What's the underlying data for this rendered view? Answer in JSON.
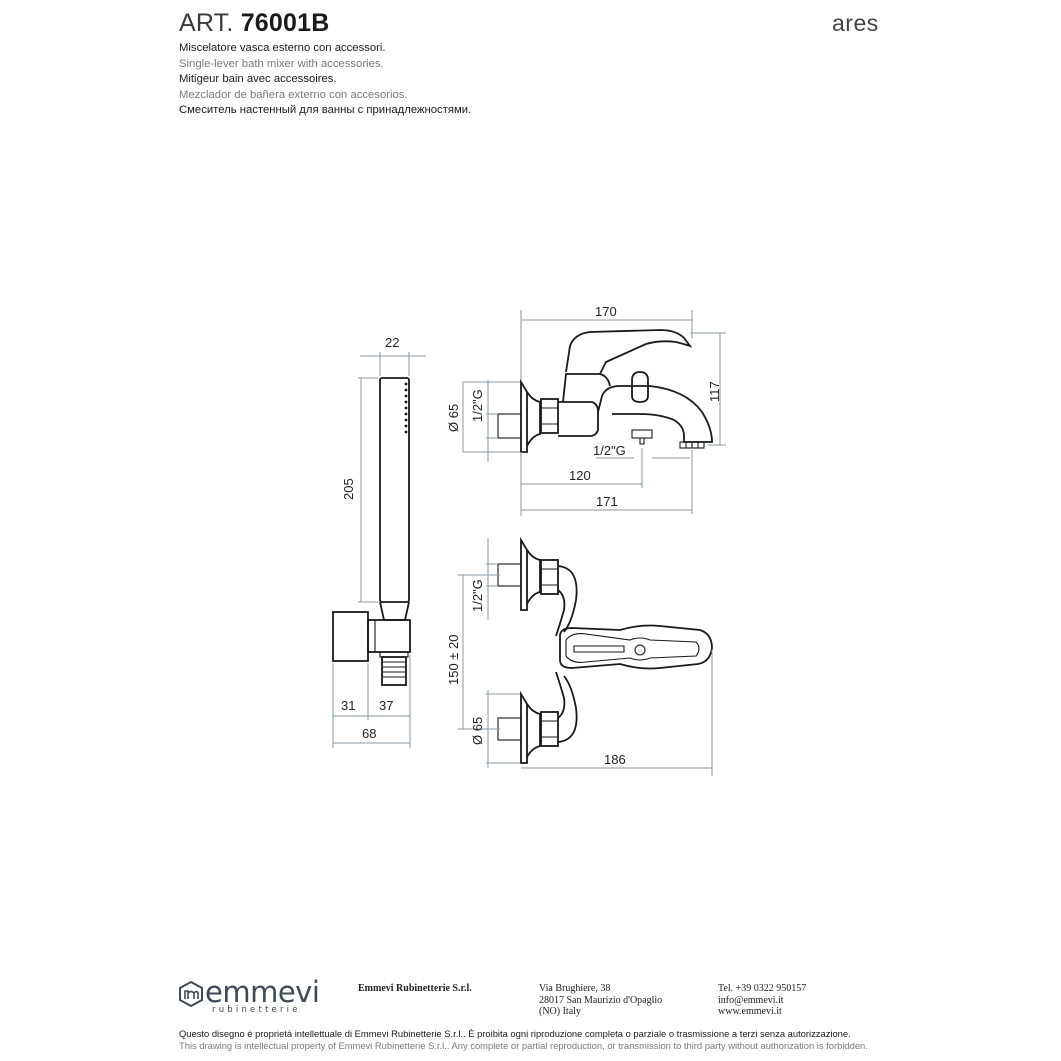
{
  "header": {
    "art_prefix": "ART.",
    "art_code": "76001B",
    "brand_series": "ares"
  },
  "descriptions": [
    "Miscelatore vasca esterno con accessori.",
    "Single-lever bath mixer with accessories.",
    "Mitigeur bain avec accessoires.",
    "Mezclador de bañera externo con accesorios.",
    "Смеситель настенный для ванны с принадлежностями."
  ],
  "dimensions": {
    "d170": "170",
    "d117": "117",
    "d120": "120",
    "d171": "171",
    "d65a": "Ø 65",
    "thread_a": "1/2\"G",
    "thread_b": "1/2\"G",
    "d22": "22",
    "d205": "205",
    "d31": "31",
    "d37": "37",
    "d68": "68",
    "thread_c": "1/2\"G",
    "d150": "150 ± 20",
    "d65b": "Ø 65",
    "d186": "186"
  },
  "footer": {
    "logo_word": "emmevi",
    "logo_sub": "rubinetterie",
    "company": "Emmevi Rubinetterie S.r.l.",
    "address": [
      "Via Brughiere, 38",
      "28017 San Maurizio d'Opaglio",
      "(NO) Italy"
    ],
    "contact": [
      "Tel. +39 0322 950157",
      "info@emmevi.it",
      "www.emmevi.it"
    ],
    "legal_it": "Questo disegno è proprietà intellettuale di Emmevi Rubinetterie S.r.l.. È proibita ogni riproduzione completa o parziale o trasmissione a terzi senza autorizzazione.",
    "legal_en": "This drawing is intellectual property of Emmevi Rubinetterie S.r.l.. Any complete or partial reproduction, or transmission to third party without authorization is forbidden."
  },
  "colors": {
    "brand": "#3e4a55",
    "dimension_line": "#8a9aa6",
    "outline": "#1a1a1a"
  }
}
